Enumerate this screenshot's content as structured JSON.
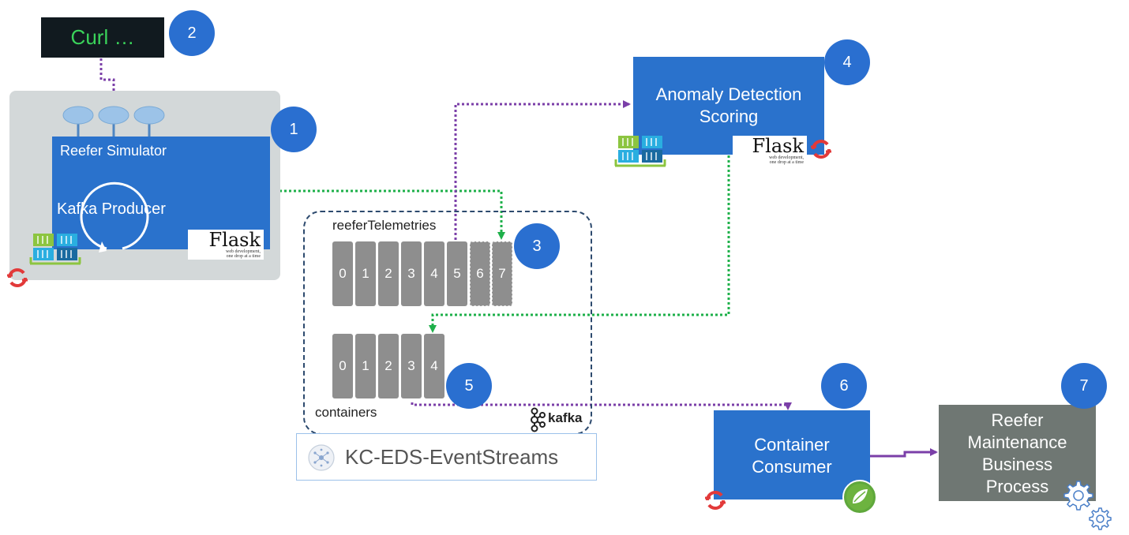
{
  "curl": {
    "label": "Curl …"
  },
  "simulator": {
    "title": "Reefer Simulator",
    "producer": "Kafka Producer"
  },
  "scoring": {
    "title": "Anomaly Detection Scoring"
  },
  "topics": {
    "telemetries": {
      "name": "reeferTelemetries",
      "partitions": [
        "0",
        "1",
        "2",
        "3",
        "4",
        "5",
        "6",
        "7"
      ]
    },
    "containers": {
      "name": "containers",
      "partitions": [
        "0",
        "1",
        "2",
        "3",
        "4"
      ]
    }
  },
  "kafka": {
    "label": "kafka"
  },
  "eventstreams": {
    "label": "KC-EDS-EventStreams"
  },
  "consumer": {
    "title": "Container Consumer"
  },
  "bpm": {
    "title": "Reefer Maintenance Business Process"
  },
  "flask": {
    "word": "Flask",
    "tagline_1": "web development,",
    "tagline_2": "one drop at a time"
  },
  "badges": [
    "1",
    "2",
    "3",
    "4",
    "5",
    "6",
    "7"
  ],
  "colors": {
    "accent_blue": "#2a72cc",
    "badge_blue": "#2a6fd0",
    "purple_flow": "#7b3fa8",
    "green_flow": "#1eb04a",
    "bpm_gray": "#6f7773",
    "openshift_red": "#e23a3a"
  },
  "icons": [
    "curl-terminal",
    "api-endpoint-icon",
    "container-stack-icon",
    "openshift-icon",
    "flask-logo",
    "kafka-logo",
    "event-streams-icon",
    "spring-logo",
    "gears-icon"
  ]
}
